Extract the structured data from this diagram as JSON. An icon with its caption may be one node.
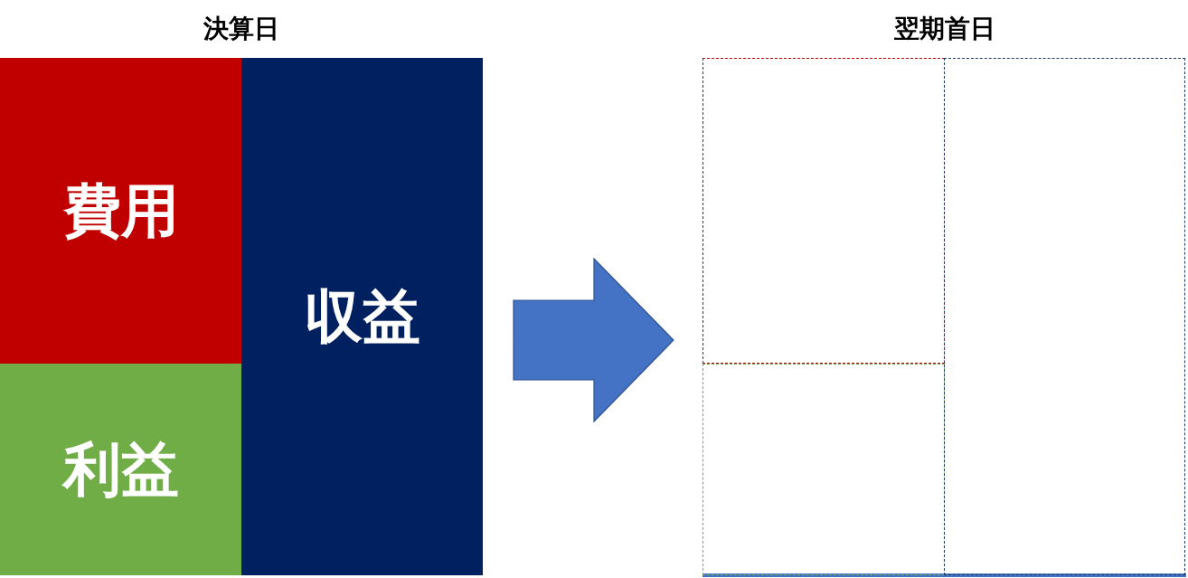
{
  "diagram": {
    "nodes": [
      {
        "text": [
          "決算日"
        ]
      },
      {
        "text": [
          "費用"
        ],
        "in": 0
      },
      {
        "text": [
          "利益"
        ],
        "in": 0
      },
      {
        "text": [
          "収益"
        ],
        "in": 0
      },
      {
        "text": [
          "翌期首日"
        ]
      },
      {
        "text": [],
        "shape": "box",
        "in": 4
      },
      {
        "text": [],
        "shape": "box",
        "in": 4
      },
      {
        "text": [],
        "shape": "box",
        "in": 4
      }
    ],
    "edges": [
      {
        "from": 0,
        "to": 4,
        "arrow": "to"
      }
    ]
  }
}
